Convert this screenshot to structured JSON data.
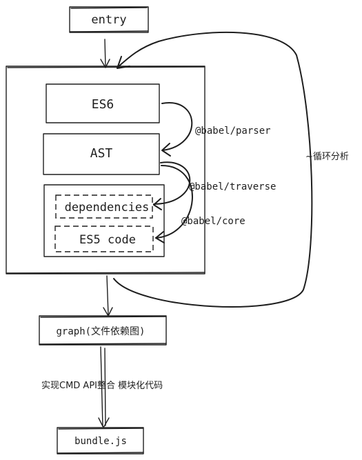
{
  "nodes": {
    "entry": "entry",
    "es6": "ES6",
    "ast": "AST",
    "dependencies": "dependencies",
    "es5_code": "ES5 code",
    "graph": "graph(文件依赖图)",
    "bundle": "bundle.js"
  },
  "edge_labels": {
    "parser": "@babel/parser",
    "traverse": "@babel/traverse",
    "core": "@babel/core",
    "loop": "~循环分析",
    "implement": "实现CMD API整合 模块化代码"
  }
}
